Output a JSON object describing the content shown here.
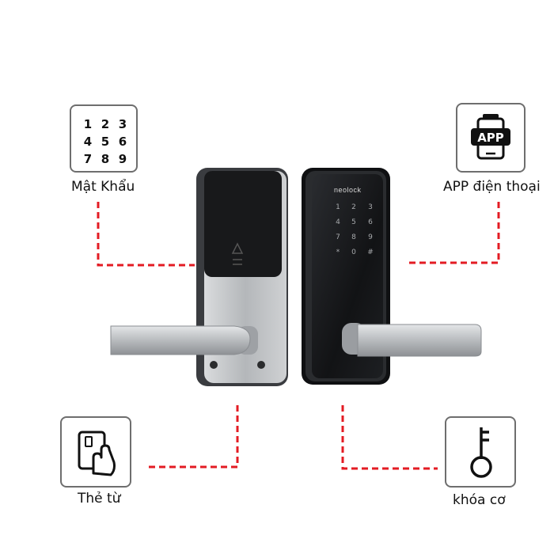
{
  "features": {
    "password": {
      "label": "Mật Khẩu",
      "icon": "keypad-icon",
      "keys": [
        "1",
        "2",
        "3",
        "4",
        "5",
        "6",
        "7",
        "8",
        "9"
      ]
    },
    "app": {
      "label": "APP điện thoại",
      "icon": "phone-app-icon",
      "icon_text": "APP"
    },
    "card": {
      "label": "Thẻ từ",
      "icon": "card-tap-icon"
    },
    "key": {
      "label": "khóa cơ",
      "icon": "key-icon"
    }
  },
  "lock": {
    "brand": "neolock",
    "keys": [
      "1",
      "2",
      "3",
      "4",
      "5",
      "6",
      "7",
      "8",
      "9",
      "*",
      "0",
      "#"
    ]
  },
  "colors": {
    "connector": "#e31b23",
    "box_border": "#6e6e6e",
    "lock_dark": "#151618",
    "metal": "#b9bcbf"
  }
}
